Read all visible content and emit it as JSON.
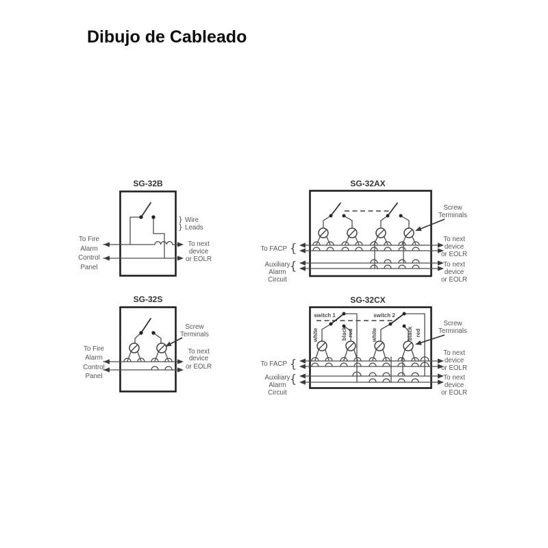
{
  "page": {
    "title": "Dibujo de Cableado",
    "background": "#ffffff"
  },
  "glyphs": {
    "brace_open": "{",
    "brace_close": "}"
  },
  "colors": {
    "wire": "#4b4b4b",
    "enclosure_border": "#1f1f1f",
    "label_text": "#555555",
    "diagram_title_text": "#333333",
    "page_title_text": "#0d0d0d"
  },
  "diagrams": {
    "sg32b": {
      "title": "SG-32B",
      "left_label": [
        "To Fire",
        "Alarm",
        "Control",
        "Panel"
      ],
      "wire_leads": [
        "Wire",
        "Leads"
      ],
      "right_label": [
        "To next",
        "device",
        "or EOLR"
      ]
    },
    "sg32ax": {
      "title": "SG-32AX",
      "facp_label": "To FACP",
      "aux_label": [
        "Auxiliary",
        "Alarm",
        "Circuit"
      ],
      "screw_terminals": [
        "Screw",
        "Terminals"
      ],
      "right_top_label": [
        "To next",
        "device",
        "or EOLR"
      ],
      "right_bottom_label": [
        "To next",
        "device",
        "or EOLR"
      ]
    },
    "sg32s": {
      "title": "SG-32S",
      "left_label": [
        "To Fire",
        "Alarm",
        "Control",
        "Panel"
      ],
      "screw_terminals": [
        "Screw",
        "Terminals"
      ],
      "right_label": [
        "To next",
        "device",
        "or EOLR"
      ]
    },
    "sg32cx": {
      "title": "SG-32CX",
      "switch1_label": "switch 1",
      "switch2_label": "switch 2",
      "wire_colors_switch1": [
        "white",
        "black",
        "red"
      ],
      "wire_colors_switch2": [
        "white",
        "black",
        "red"
      ],
      "facp_label": "To FACP",
      "aux_label": [
        "Auxiliary",
        "Alarm",
        "Circuit"
      ],
      "screw_terminals": [
        "Screw",
        "Terminals"
      ],
      "right_top_label": [
        "To next",
        "device",
        "or EOLR"
      ],
      "right_bottom_label": [
        "To next",
        "device",
        "or EOLR"
      ]
    }
  }
}
